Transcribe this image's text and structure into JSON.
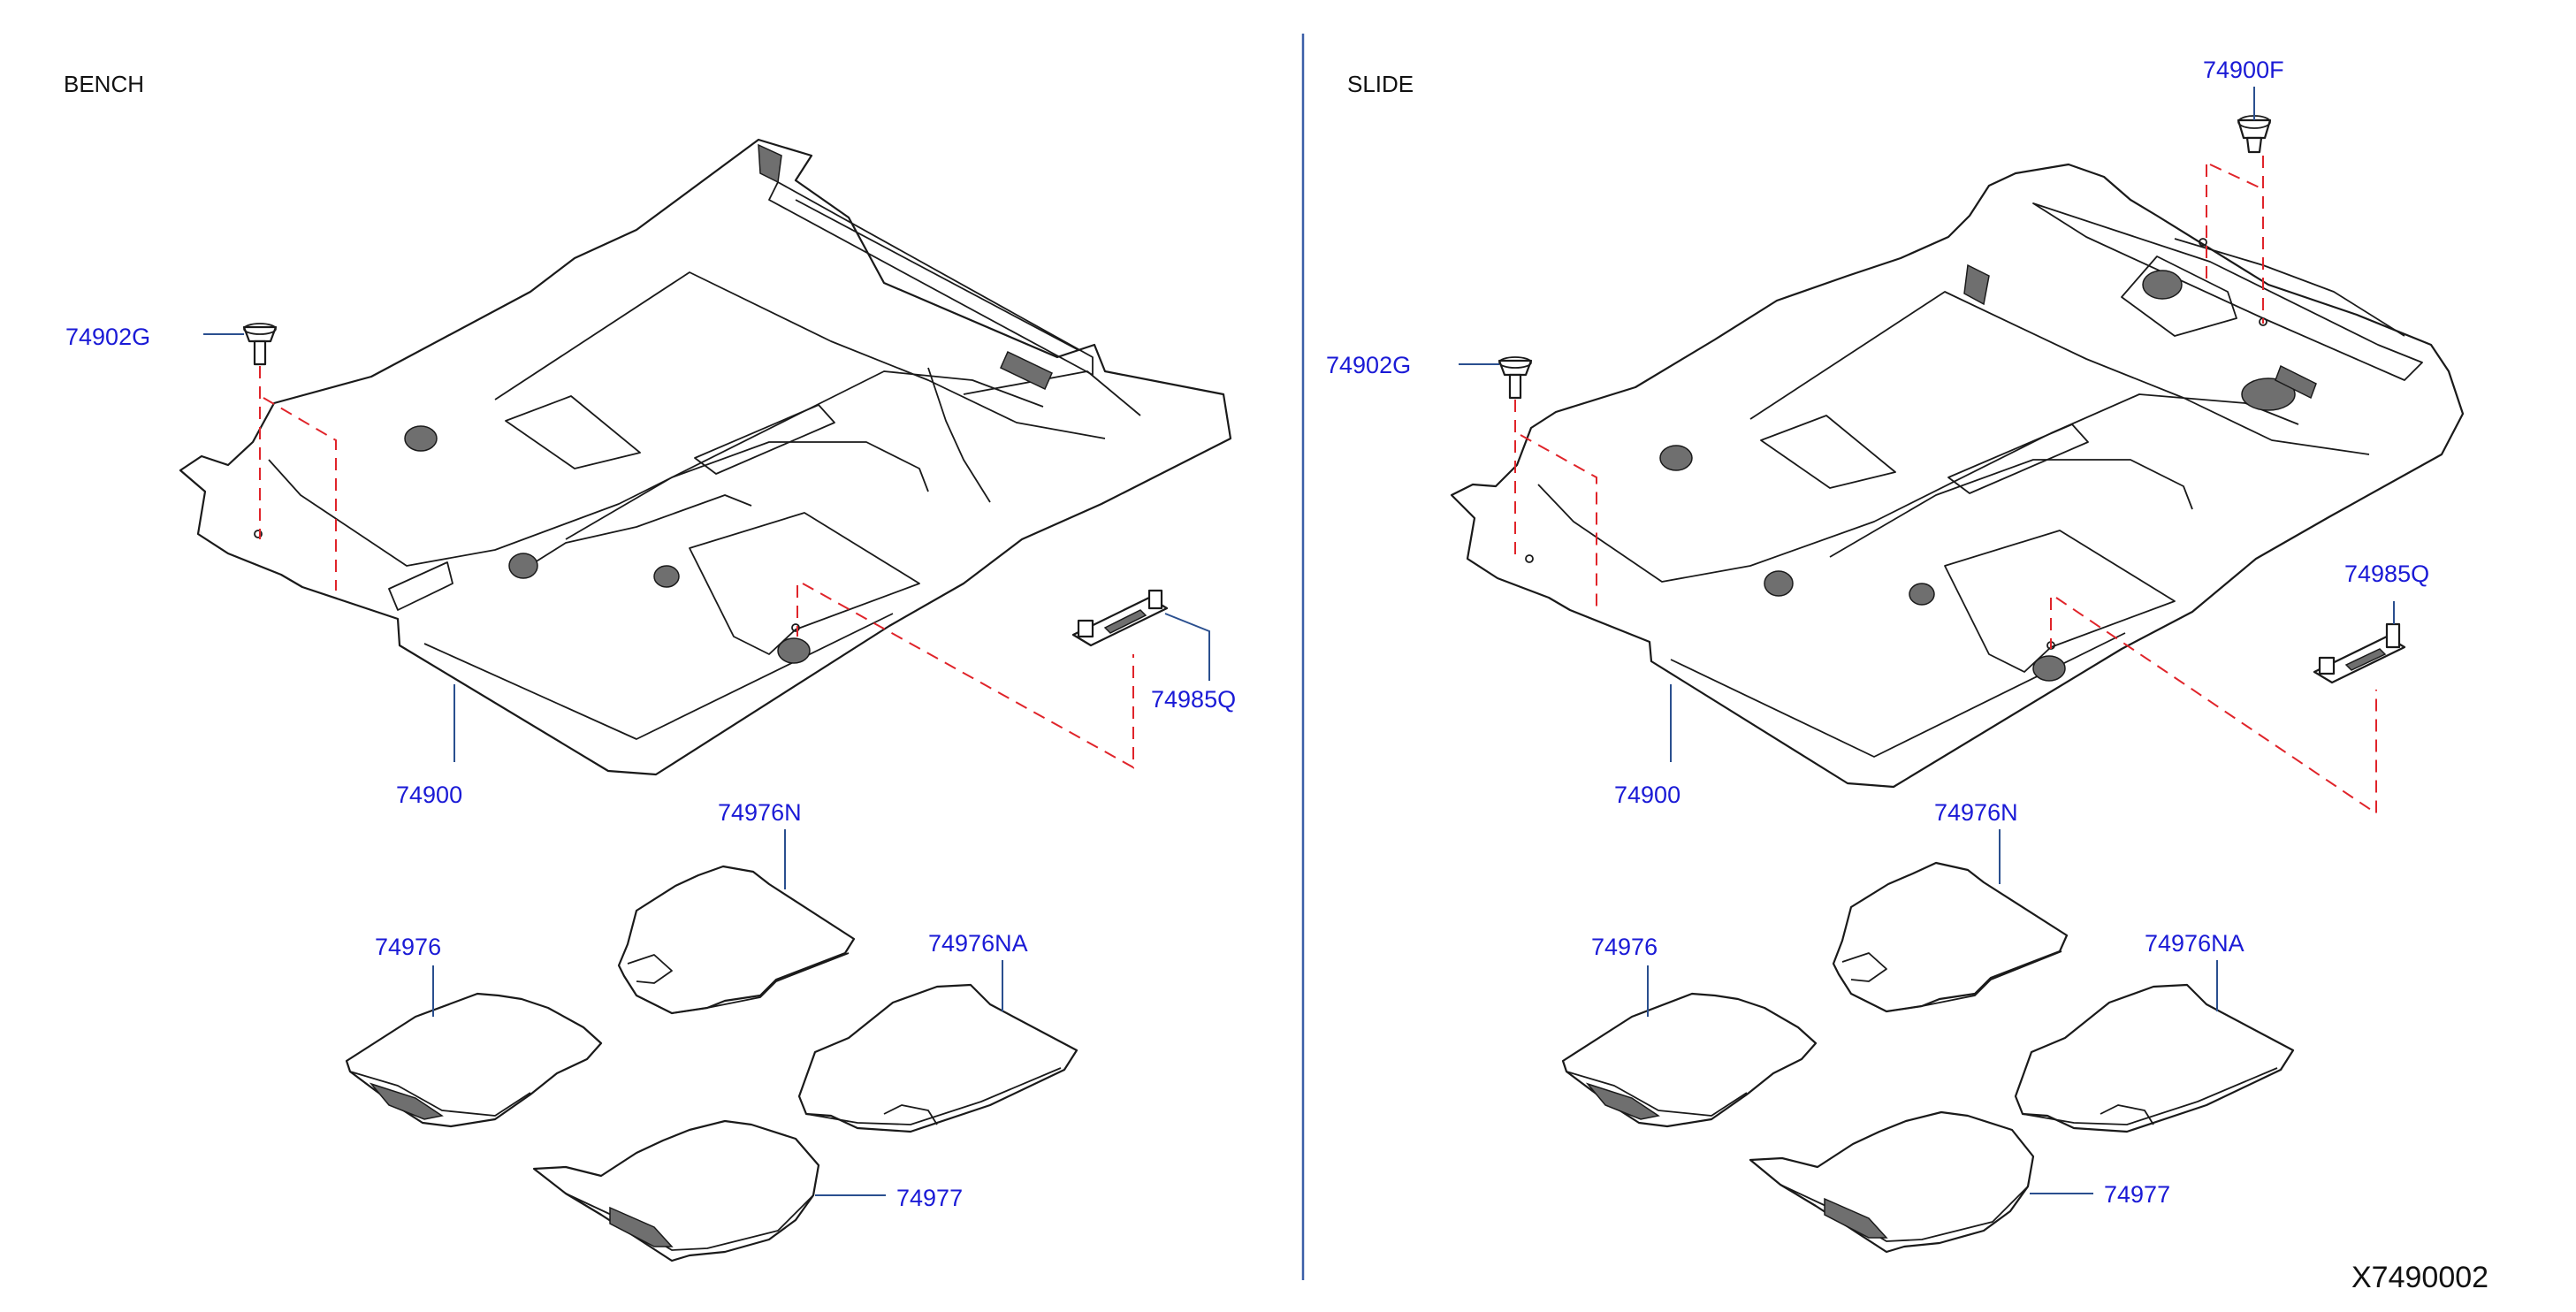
{
  "colors": {
    "part_label": "#1a1ad6",
    "leader_line": "#2a4f8f",
    "dashed_line": "#e0242a",
    "divider": "#3b5fa8",
    "line_art": "#1a1a1a"
  },
  "sections": {
    "left": {
      "title": "BENCH",
      "labels": {
        "clip": "74902G",
        "carpet": "74900",
        "fastener": "74985Q",
        "mat_front_rh": "74976N",
        "mat_front_lh": "74976",
        "mat_rear_rh": "74976NA",
        "mat_rear": "74977"
      }
    },
    "right": {
      "title": "SLIDE",
      "labels": {
        "grommet": "74900F",
        "clip": "74902G",
        "carpet": "74900",
        "fastener": "74985Q",
        "mat_front_rh": "74976N",
        "mat_front_lh": "74976",
        "mat_rear_rh": "74976NA",
        "mat_rear": "74977"
      }
    }
  },
  "drawing_id": "X7490002"
}
